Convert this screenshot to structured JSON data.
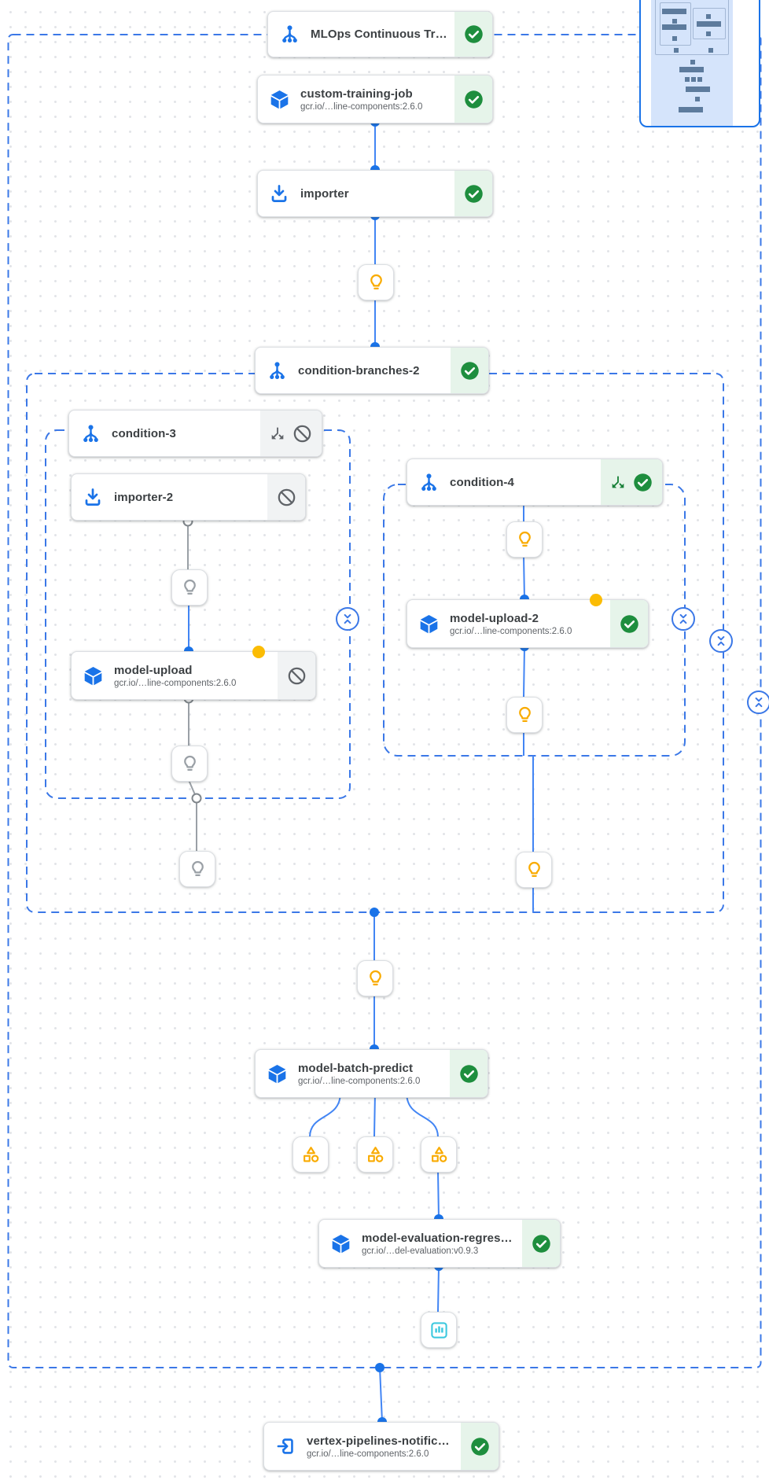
{
  "app": {
    "name": "Vertex AI pipeline DAG canvas",
    "pipeline_title": "MLOps Continuous Traini…"
  },
  "colors": {
    "node_icon_blue": "#1a73e8",
    "edge_blue": "#4285f4",
    "edge_gray": "#9aa0a6",
    "dashed_group_blue": "#3b78e7",
    "success_green": "#1e8e3e",
    "success_bg": "#e6f4ea",
    "skipped_gray": "#5f6368",
    "skipped_bg": "#f1f3f4",
    "pending_amber": "#fbbc04",
    "lightbulb_amber": "#f9ab00",
    "metrics_teal": "#3ec9df"
  },
  "nodes": [
    {
      "id": "mlops-root",
      "title": "MLOps Continuous Traini…",
      "subtitle": "",
      "icon": "pipeline-icon",
      "status": {
        "bg": "#e6f4ea",
        "icons": [
          {
            "name": "check-circle-icon",
            "color": "#1e8e3e"
          }
        ]
      }
    },
    {
      "id": "custom-training-job",
      "title": "custom-training-job",
      "subtitle": "gcr.io/…line-components:2.6.0",
      "icon": "cube-icon",
      "status": {
        "bg": "#e6f4ea",
        "icons": [
          {
            "name": "check-circle-icon",
            "color": "#1e8e3e"
          }
        ]
      }
    },
    {
      "id": "importer",
      "title": "importer",
      "subtitle": "",
      "icon": "download-icon",
      "status": {
        "bg": "#e6f4ea",
        "icons": [
          {
            "name": "check-circle-icon",
            "color": "#1e8e3e"
          }
        ]
      }
    },
    {
      "id": "condition-branches-2",
      "title": "condition-branches-2",
      "subtitle": "",
      "icon": "pipeline-icon",
      "status": {
        "bg": "#e6f4ea",
        "icons": [
          {
            "name": "check-circle-icon",
            "color": "#1e8e3e"
          }
        ]
      }
    },
    {
      "id": "condition-3",
      "title": "condition-3",
      "subtitle": "",
      "icon": "pipeline-icon",
      "status": {
        "bg": "#f1f3f4",
        "icons": [
          {
            "name": "split-down-icon",
            "color": "#5f6368"
          },
          {
            "name": "blocked-icon",
            "color": "#5f6368"
          }
        ]
      }
    },
    {
      "id": "importer-2",
      "title": "importer-2",
      "subtitle": "",
      "icon": "download-icon",
      "status": {
        "bg": "#f1f3f4",
        "icons": [
          {
            "name": "blocked-icon",
            "color": "#5f6368"
          }
        ]
      }
    },
    {
      "id": "model-upload",
      "title": "model-upload",
      "subtitle": "gcr.io/…line-components:2.6.0",
      "icon": "cube-icon",
      "badge": "#fbbc04",
      "status": {
        "bg": "#f1f3f4",
        "icons": [
          {
            "name": "blocked-icon",
            "color": "#5f6368"
          }
        ]
      }
    },
    {
      "id": "condition-4",
      "title": "condition-4",
      "subtitle": "",
      "icon": "pipeline-icon",
      "status": {
        "bg": "#e6f4ea",
        "icons": [
          {
            "name": "split-down-icon",
            "color": "#188038"
          },
          {
            "name": "check-circle-icon",
            "color": "#1e8e3e"
          }
        ]
      }
    },
    {
      "id": "model-upload-2",
      "title": "model-upload-2",
      "subtitle": "gcr.io/…line-components:2.6.0",
      "icon": "cube-icon",
      "badge": "#fbbc04",
      "status": {
        "bg": "#e6f4ea",
        "icons": [
          {
            "name": "check-circle-icon",
            "color": "#1e8e3e"
          }
        ]
      }
    },
    {
      "id": "model-batch-predict",
      "title": "model-batch-predict",
      "subtitle": "gcr.io/…line-components:2.6.0",
      "icon": "cube-icon",
      "status": {
        "bg": "#e6f4ea",
        "icons": [
          {
            "name": "check-circle-icon",
            "color": "#1e8e3e"
          }
        ]
      }
    },
    {
      "id": "model-evaluation-regression",
      "title": "model-evaluation-regres…",
      "subtitle": "gcr.io/…del-evaluation:v0.9.3",
      "icon": "cube-icon",
      "status": {
        "bg": "#e6f4ea",
        "icons": [
          {
            "name": "check-circle-icon",
            "color": "#1e8e3e"
          }
        ]
      }
    },
    {
      "id": "vertex-pipelines-notification",
      "title": "vertex-pipelines-notificat…",
      "subtitle": "gcr.io/…line-components:2.6.0",
      "icon": "exit-to-app-icon",
      "status": {
        "bg": "#e6f4ea",
        "icons": [
          {
            "name": "check-circle-icon",
            "color": "#1e8e3e"
          }
        ]
      }
    }
  ],
  "artifact_nodes": [
    {
      "id": "param-after-importer",
      "icon": "lightbulb-icon",
      "color": "#f9ab00"
    },
    {
      "id": "param-condition4-in",
      "icon": "lightbulb-icon",
      "color": "#f9ab00"
    },
    {
      "id": "param-after-model-upload-2",
      "icon": "lightbulb-icon",
      "color": "#f9ab00"
    },
    {
      "id": "param-condition4-out",
      "icon": "lightbulb-icon",
      "color": "#f9ab00"
    },
    {
      "id": "param-before-batch-predict",
      "icon": "lightbulb-icon",
      "color": "#f9ab00"
    },
    {
      "id": "param-importer2-out",
      "icon": "lightbulb-icon",
      "color": "#9aa0a6"
    },
    {
      "id": "param-model-upload-out",
      "icon": "lightbulb-icon",
      "color": "#9aa0a6"
    },
    {
      "id": "param-condition3-out",
      "icon": "lightbulb-icon",
      "color": "#9aa0a6"
    },
    {
      "id": "batch-predict-artifact-1",
      "icon": "artifact-icon",
      "color": "#f9ab00"
    },
    {
      "id": "batch-predict-artifact-2",
      "icon": "artifact-icon",
      "color": "#f9ab00"
    },
    {
      "id": "batch-predict-artifact-3",
      "icon": "artifact-icon",
      "color": "#f9ab00"
    },
    {
      "id": "evaluation-metrics-artifact",
      "icon": "metrics-icon",
      "color": "#3ec9df"
    }
  ],
  "groups": [
    {
      "id": "root-boundary"
    },
    {
      "id": "condition-branches-2-group"
    },
    {
      "id": "condition-3-group"
    },
    {
      "id": "condition-4-group"
    }
  ],
  "collapse_buttons": [
    {
      "id": "collapse-condition-3",
      "icon": "collapse-icon"
    },
    {
      "id": "collapse-condition-4",
      "icon": "collapse-icon"
    },
    {
      "id": "collapse-condition-branches-2",
      "icon": "collapse-icon"
    },
    {
      "id": "collapse-root",
      "icon": "collapse-icon"
    }
  ],
  "minimap": {
    "name": "graph-minimap"
  }
}
